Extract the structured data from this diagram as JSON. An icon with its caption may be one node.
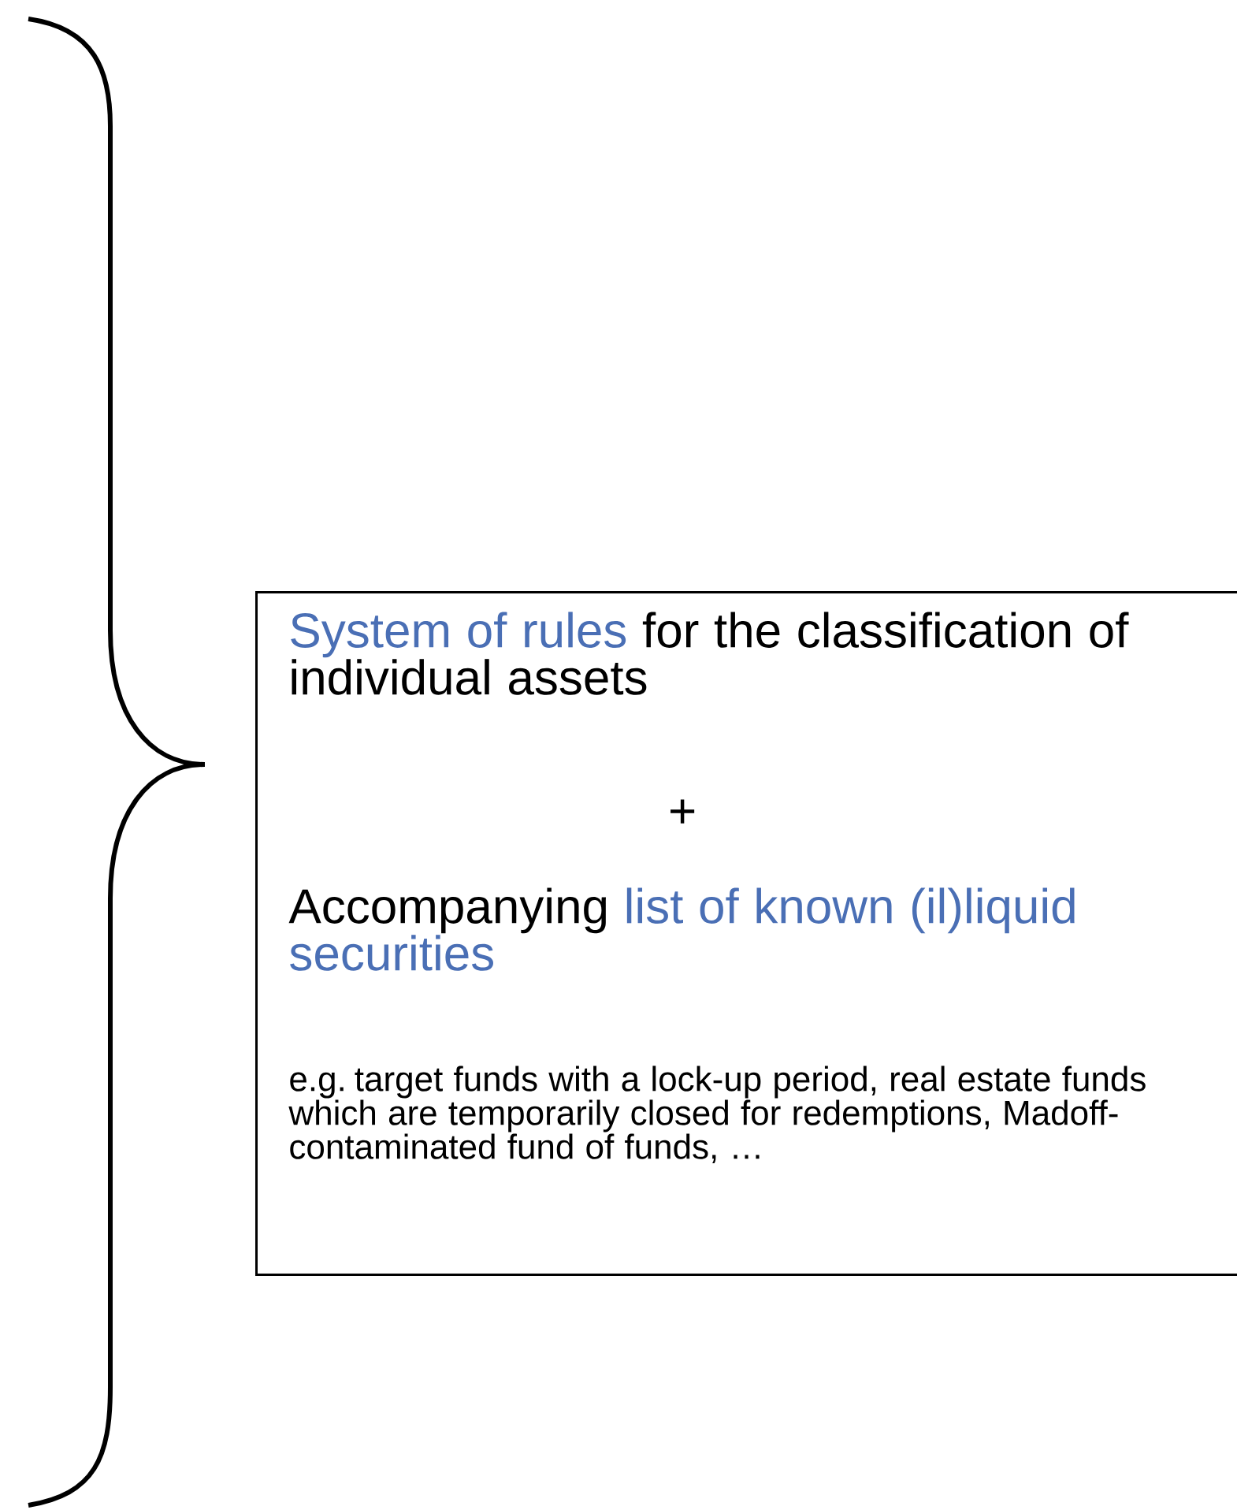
{
  "diagram": {
    "nodes": [
      {
        "text": [
          "**System of rules** for the classification of individual assets",
          "+",
          "Accompanying **list of known (il)liquid securities**",
          "e.g. target funds with a lock-up period, real estate funds which are temporarily closed for redemptions, Madoff-contaminated fund of funds, …"
        ]
      }
    ]
  }
}
